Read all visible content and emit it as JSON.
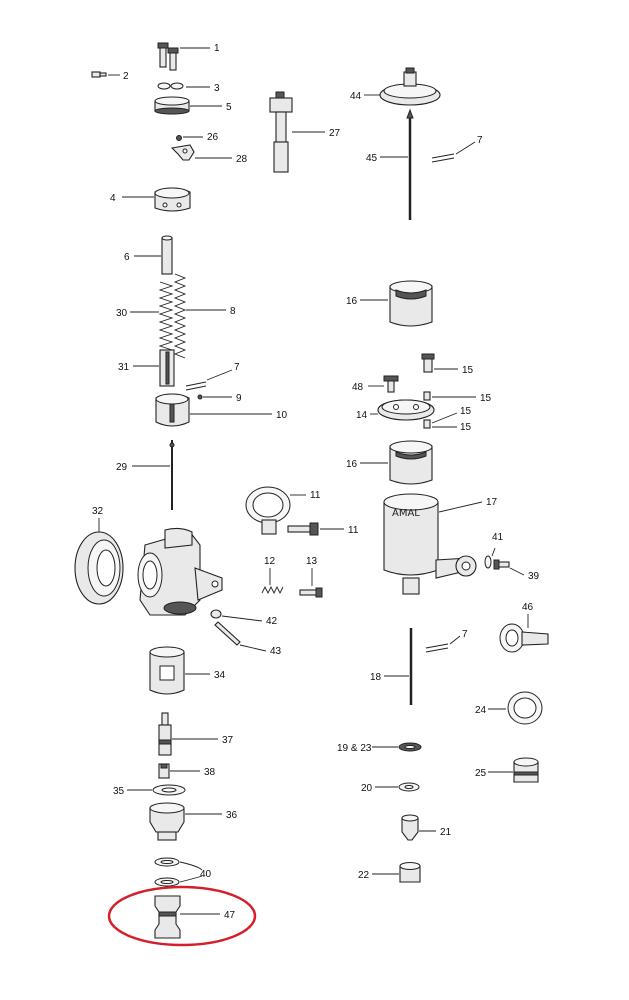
{
  "brand": "AMAL",
  "highlight_color": "#d4202a",
  "labels": {
    "l1": "1",
    "l2": "2",
    "l3": "3",
    "l4": "4",
    "l5": "5",
    "l6": "6",
    "l7a": "7",
    "l7b": "7",
    "l7c": "7",
    "l8": "8",
    "l9": "9",
    "l10": "10",
    "l11a": "11",
    "l11b": "11",
    "l12": "12",
    "l13": "13",
    "l14": "14",
    "l15a": "15",
    "l15b": "15",
    "l15c": "15",
    "l16a": "16",
    "l16b": "16",
    "l17": "17",
    "l18": "18",
    "l1923": "19 & 23",
    "l20": "20",
    "l21": "21",
    "l22": "22",
    "l24": "24",
    "l25": "25",
    "l26": "26",
    "l27": "27",
    "l28": "28",
    "l29": "29",
    "l30": "30",
    "l31": "31",
    "l32": "32",
    "l34": "34",
    "l35": "35",
    "l36": "36",
    "l37": "37",
    "l38": "38",
    "l39": "39",
    "l40": "40",
    "l41": "41",
    "l42": "42",
    "l43": "43",
    "l44": "44",
    "l45": "45",
    "l46": "46",
    "l47": "47",
    "l48": "48"
  }
}
